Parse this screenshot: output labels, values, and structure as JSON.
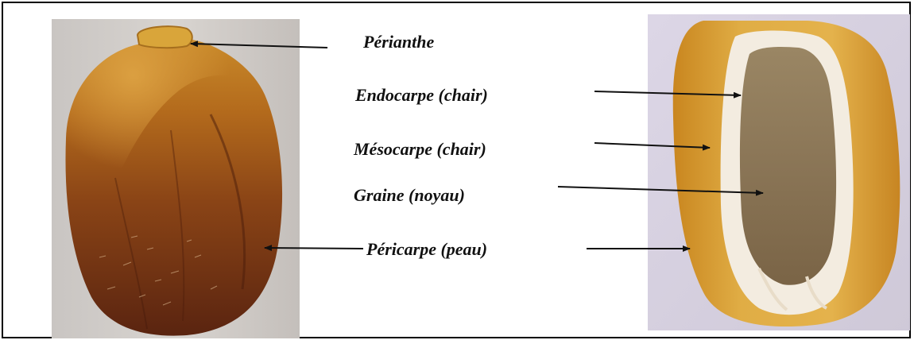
{
  "labels": {
    "perianthe": "Périanthe",
    "endocarpe": "Endocarpe (chair)",
    "mesocarpe": "Mésocarpe (chair)",
    "graine": "Graine (noyau)",
    "pericarpe": "Péricarpe (peau)"
  },
  "colors": {
    "whole_fruit_skin": "#7a3812",
    "whole_fruit_top": "#c98a2a",
    "cut_fruit_flesh": "#d9a03a",
    "cut_fruit_endocarp": "#f3ece0",
    "seed": "#8a7556",
    "arrow": "#111111"
  }
}
